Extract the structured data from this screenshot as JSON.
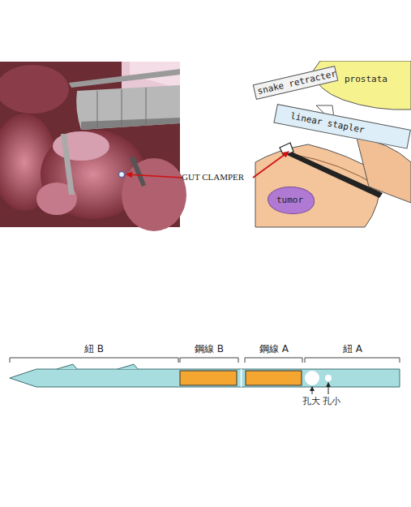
{
  "diagram": {
    "nodes": [
      {
        "text": [
          "prostata"
        ]
      },
      {
        "text": [
          "snake retracter"
        ]
      },
      {
        "text": [
          "linear stapler"
        ]
      },
      {
        "text": [
          "tumor"
        ]
      }
    ],
    "labels": [
      "GUT CLAMPER",
      "紐 B",
      "鋼線 B",
      "鋼線 A",
      "紐 A",
      "孔大",
      "孔小"
    ]
  }
}
